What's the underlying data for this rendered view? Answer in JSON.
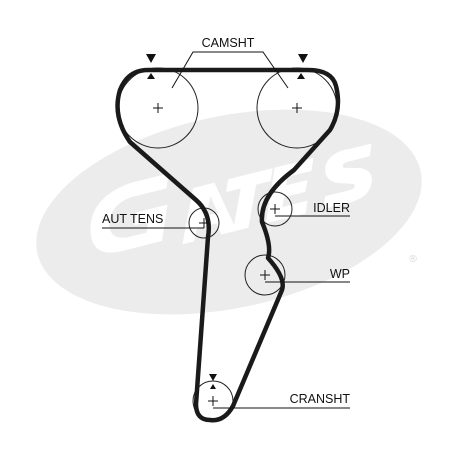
{
  "brand": {
    "logo_text": "Gates",
    "registered_mark": "®",
    "logo_color": "#ececec"
  },
  "belt": {
    "color": "#1a1a1a"
  },
  "labels": {
    "camshaft": "CAMSHT",
    "tensioner": "AUT TENS",
    "idler": "IDLER",
    "water_pump": "WP",
    "crankshaft": "CRANSHT"
  },
  "icons": {
    "timing_mark": "triangle-marker-icon",
    "center": "crosshair-icon"
  }
}
